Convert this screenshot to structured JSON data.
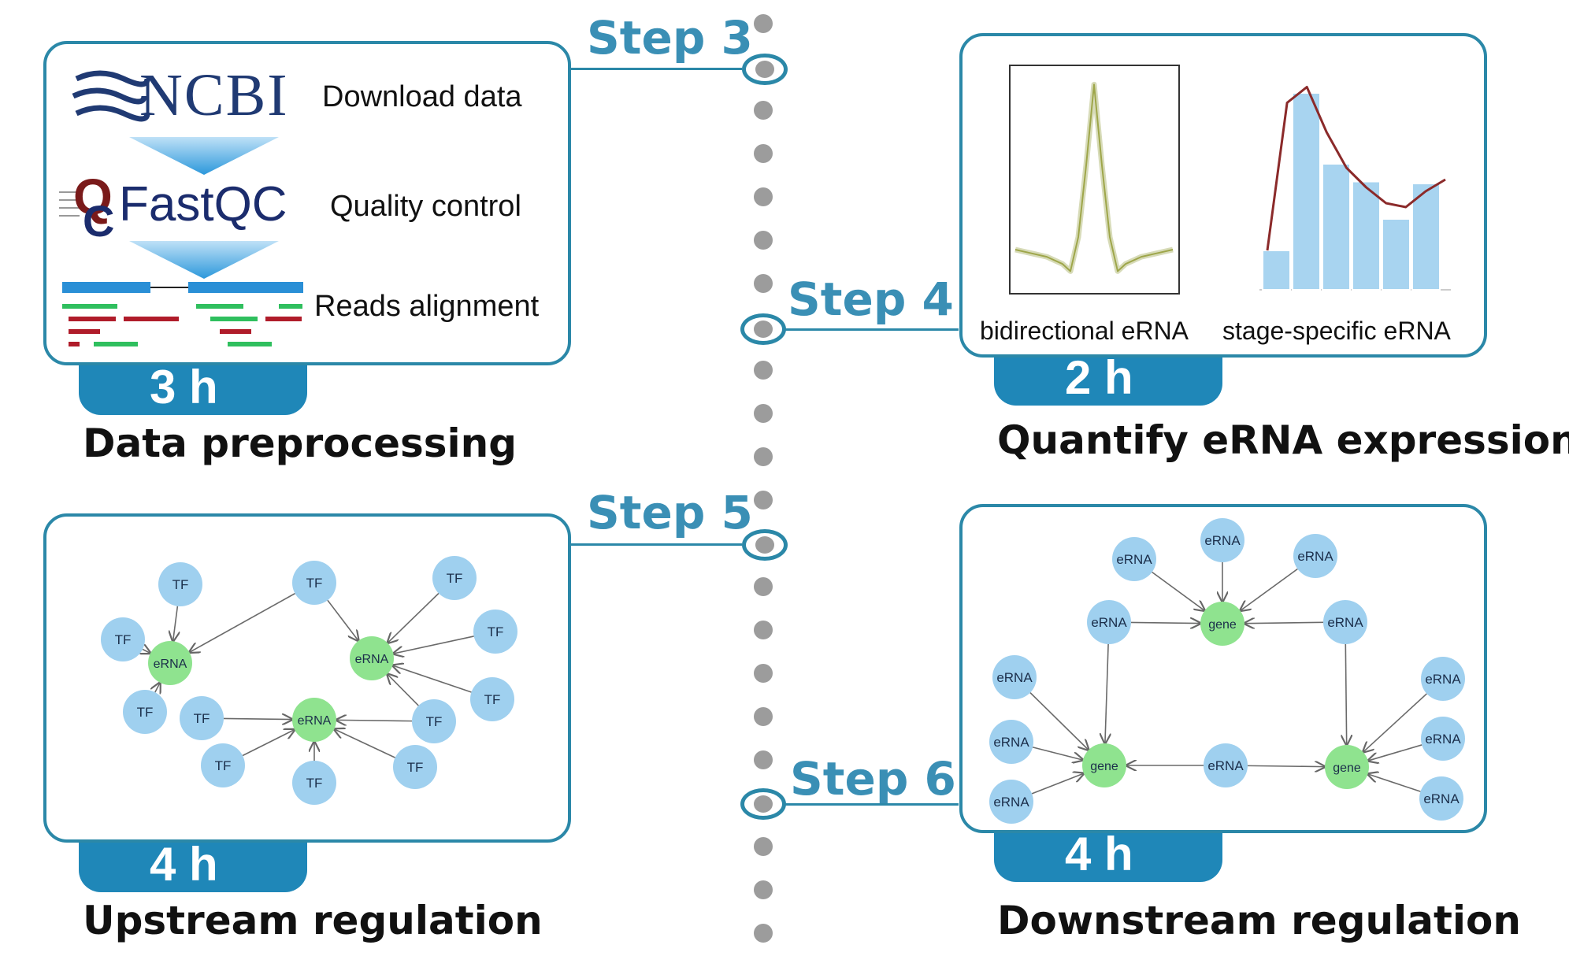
{
  "steps": {
    "s3": "Step 3",
    "s4": "Step 4",
    "s5": "Step 5",
    "s6": "Step 6"
  },
  "panel1": {
    "ncbi_logo": "NCBI",
    "download": "Download data",
    "fastqc_logo": "FastQC",
    "quality": "Quality control",
    "alignment": "Reads alignment",
    "time": "3 h",
    "caption": "Data preprocessing"
  },
  "panel2": {
    "left_label": "bidirectional eRNA",
    "right_label": "stage-specific eRNA",
    "time": "2 h",
    "caption": "Quantify eRNA expression"
  },
  "panel3": {
    "time": "4 h",
    "caption": "Upstream regulation",
    "tf_label": "TF",
    "erna_label": "eRNA"
  },
  "panel4": {
    "time": "4 h",
    "caption": "Downstream regulation",
    "erna_label": "eRNA",
    "gene_label": "gene"
  },
  "colors": {
    "border": "#2b88a8",
    "tab": "#1f87b8",
    "step_text": "#3a8fb5",
    "node_blue": "#9fd0ef",
    "node_green": "#8fe38f",
    "dot_gray": "#9c9c9c"
  },
  "chart_data": [
    {
      "type": "line",
      "label": "bidirectional eRNA",
      "x": [
        -10,
        -8,
        -6,
        -4,
        -3,
        -2,
        -1,
        0,
        1,
        2,
        3,
        4,
        6,
        8,
        10
      ],
      "y": [
        0.08,
        0.06,
        0.04,
        0.0,
        -0.04,
        0.15,
        0.55,
        1.0,
        0.55,
        0.15,
        -0.04,
        0.0,
        0.04,
        0.06,
        0.08
      ]
    },
    {
      "type": "bar",
      "label": "stage-specific eRNA",
      "values": [
        0.2,
        1.0,
        0.64,
        0.55,
        0.36,
        0.54
      ],
      "density": [
        0.2,
        0.95,
        1.03,
        0.8,
        0.62,
        0.52,
        0.44,
        0.42,
        0.5,
        0.56
      ]
    }
  ]
}
